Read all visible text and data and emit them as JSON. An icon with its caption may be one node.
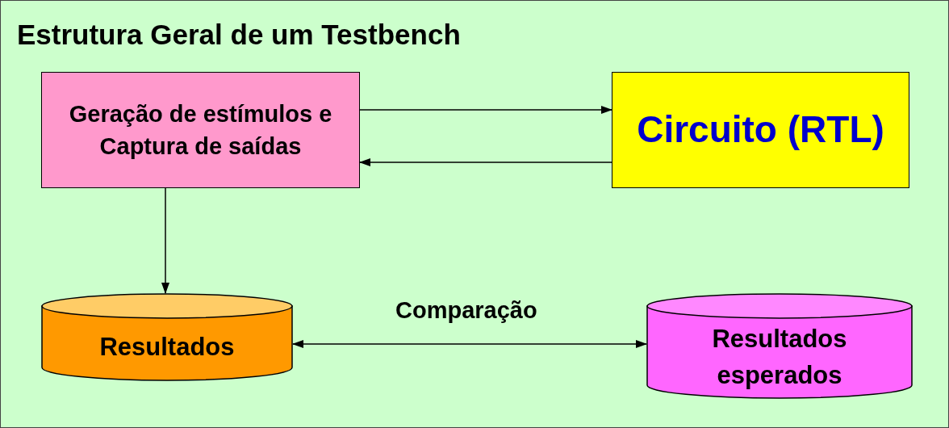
{
  "diagram": {
    "title": "Estrutura Geral de um Testbench",
    "nodes": [
      {
        "text": [
          "Geração de estímulos e Captura de saídas"
        ]
      },
      {
        "text": [
          "Circuito (RTL)"
        ]
      },
      {
        "text": [
          "Resultados"
        ]
      },
      {
        "text": [
          "Resultados esperados"
        ]
      }
    ],
    "edges": [
      {
        "from": 0,
        "to": 1,
        "arrow": "to"
      },
      {
        "from": 1,
        "to": 0,
        "arrow": "to"
      },
      {
        "from": 0,
        "to": 2,
        "arrow": "to"
      },
      {
        "from": 2,
        "to": 3,
        "arrow": "both",
        "label": "Comparação"
      }
    ]
  }
}
